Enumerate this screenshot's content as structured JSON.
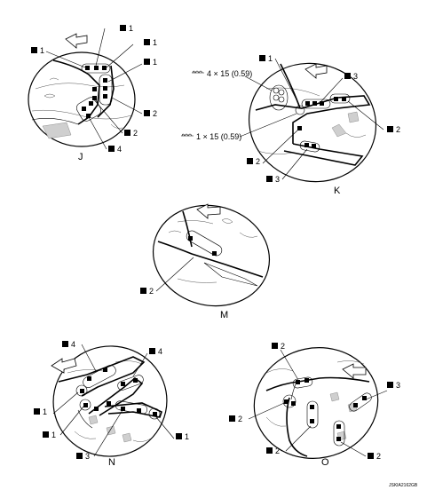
{
  "views": [
    {
      "id": "J",
      "label": "J",
      "callouts": [
        "1",
        "1",
        "1",
        "1",
        "2",
        "2",
        "4"
      ]
    },
    {
      "id": "K",
      "label": "K",
      "callouts": [
        "1",
        "3",
        "2",
        "2",
        "3"
      ],
      "specs": [
        "4 × 15 (0.59)",
        "1 × 15 (0.59)"
      ]
    },
    {
      "id": "M",
      "label": "M",
      "callouts": [
        "2"
      ]
    },
    {
      "id": "N",
      "label": "N",
      "callouts": [
        "4",
        "4",
        "1",
        "1",
        "1",
        "3"
      ]
    },
    {
      "id": "O",
      "label": "O",
      "callouts": [
        "2",
        "3",
        "2",
        "2",
        "2"
      ]
    }
  ],
  "figure_code": "JSKIA2162GB",
  "icons": {
    "spot_weld": "square-marker-icon",
    "weld_length": "weld-bead-icon",
    "direction": "arrow-icon"
  }
}
